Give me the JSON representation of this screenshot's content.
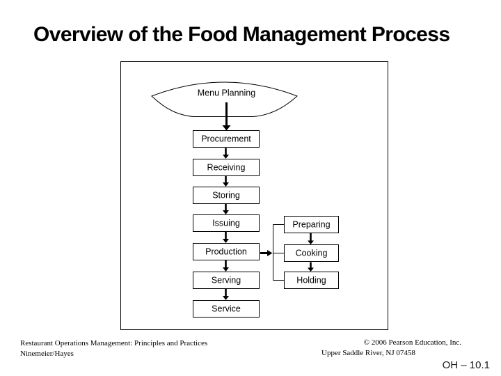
{
  "slide": {
    "title": "Overview of the Food Management Process",
    "slide_number": "OH – 10.1"
  },
  "diagram": {
    "banner_label": "Menu Planning",
    "main_flow": [
      "Procurement",
      "Receiving",
      "Storing",
      "Issuing",
      "Production",
      "Serving",
      "Service"
    ],
    "side_flow": [
      "Preparing",
      "Cooking",
      "Holding"
    ]
  },
  "footer": {
    "book_title": "Restaurant Operations Management: Principles and Practices",
    "authors": "Ninemeier/Hayes",
    "copyright": "© 2006 Pearson Education, Inc.",
    "location": "Upper Saddle River, NJ 07458"
  },
  "colors": {
    "background": "#ffffff",
    "line": "#000000",
    "text": "#000000"
  }
}
